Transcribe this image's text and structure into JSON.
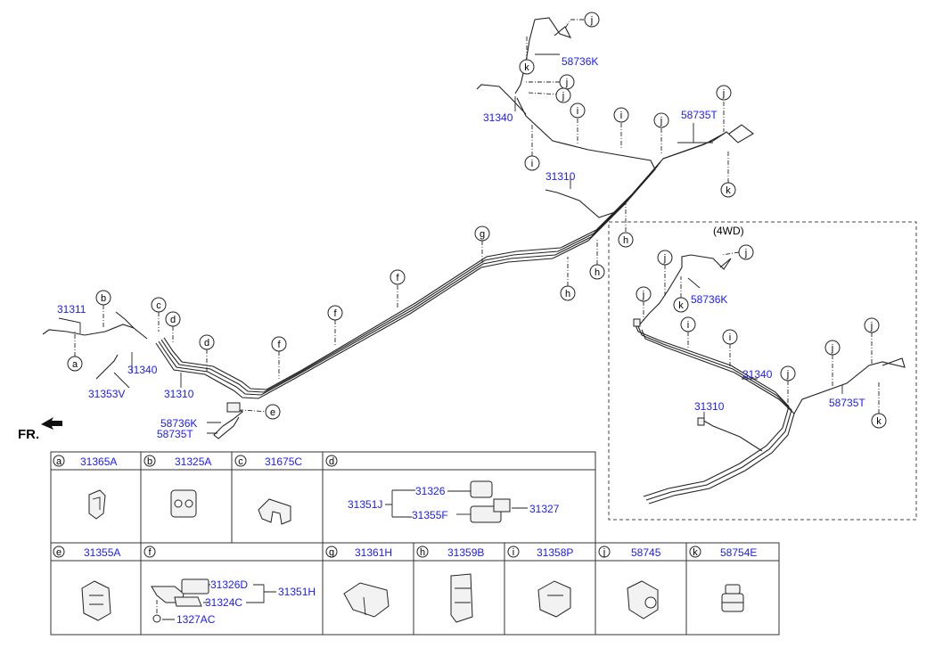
{
  "brand_color": "#1a1aff",
  "front_label": "FR.",
  "variant_label": "(4WD)",
  "main_parts": {
    "p31311": "31311",
    "p31340a": "31340",
    "p31353v": "31353V",
    "p31310a": "31310",
    "p58736k_a": "58736K",
    "p58735t_a": "58735T",
    "p31340b": "31340",
    "p58736k_b": "58736K",
    "p58735t_b": "58735T",
    "p31310b": "31310"
  },
  "variant_parts": {
    "p58736k": "58736K",
    "p31340": "31340",
    "p31310": "31310",
    "p58735t": "58735T"
  },
  "callouts": {
    "a": "a",
    "b": "b",
    "c": "c",
    "d": "d",
    "e": "e",
    "f": "f",
    "g": "g",
    "h": "h",
    "i": "i",
    "j": "j",
    "k": "k"
  },
  "legend": {
    "cells": [
      {
        "letter": "a",
        "part": "31365A"
      },
      {
        "letter": "b",
        "part": "31325A"
      },
      {
        "letter": "c",
        "part": "31675C"
      },
      {
        "letter": "d",
        "part": ""
      },
      {
        "letter": "e",
        "part": "31355A"
      },
      {
        "letter": "f",
        "part": ""
      },
      {
        "letter": "g",
        "part": "31361H"
      },
      {
        "letter": "h",
        "part": "31359B"
      },
      {
        "letter": "i",
        "part": "31358P"
      },
      {
        "letter": "j",
        "part": "58745"
      },
      {
        "letter": "k",
        "part": "58754E"
      }
    ],
    "d_group": {
      "assembly": "31351J",
      "top": "31326",
      "bottom": "31355F",
      "side": "31327"
    },
    "f_group": {
      "assembly": "31351H",
      "top": "31326D",
      "middle": "31324C",
      "bottom": "1327AC"
    }
  }
}
